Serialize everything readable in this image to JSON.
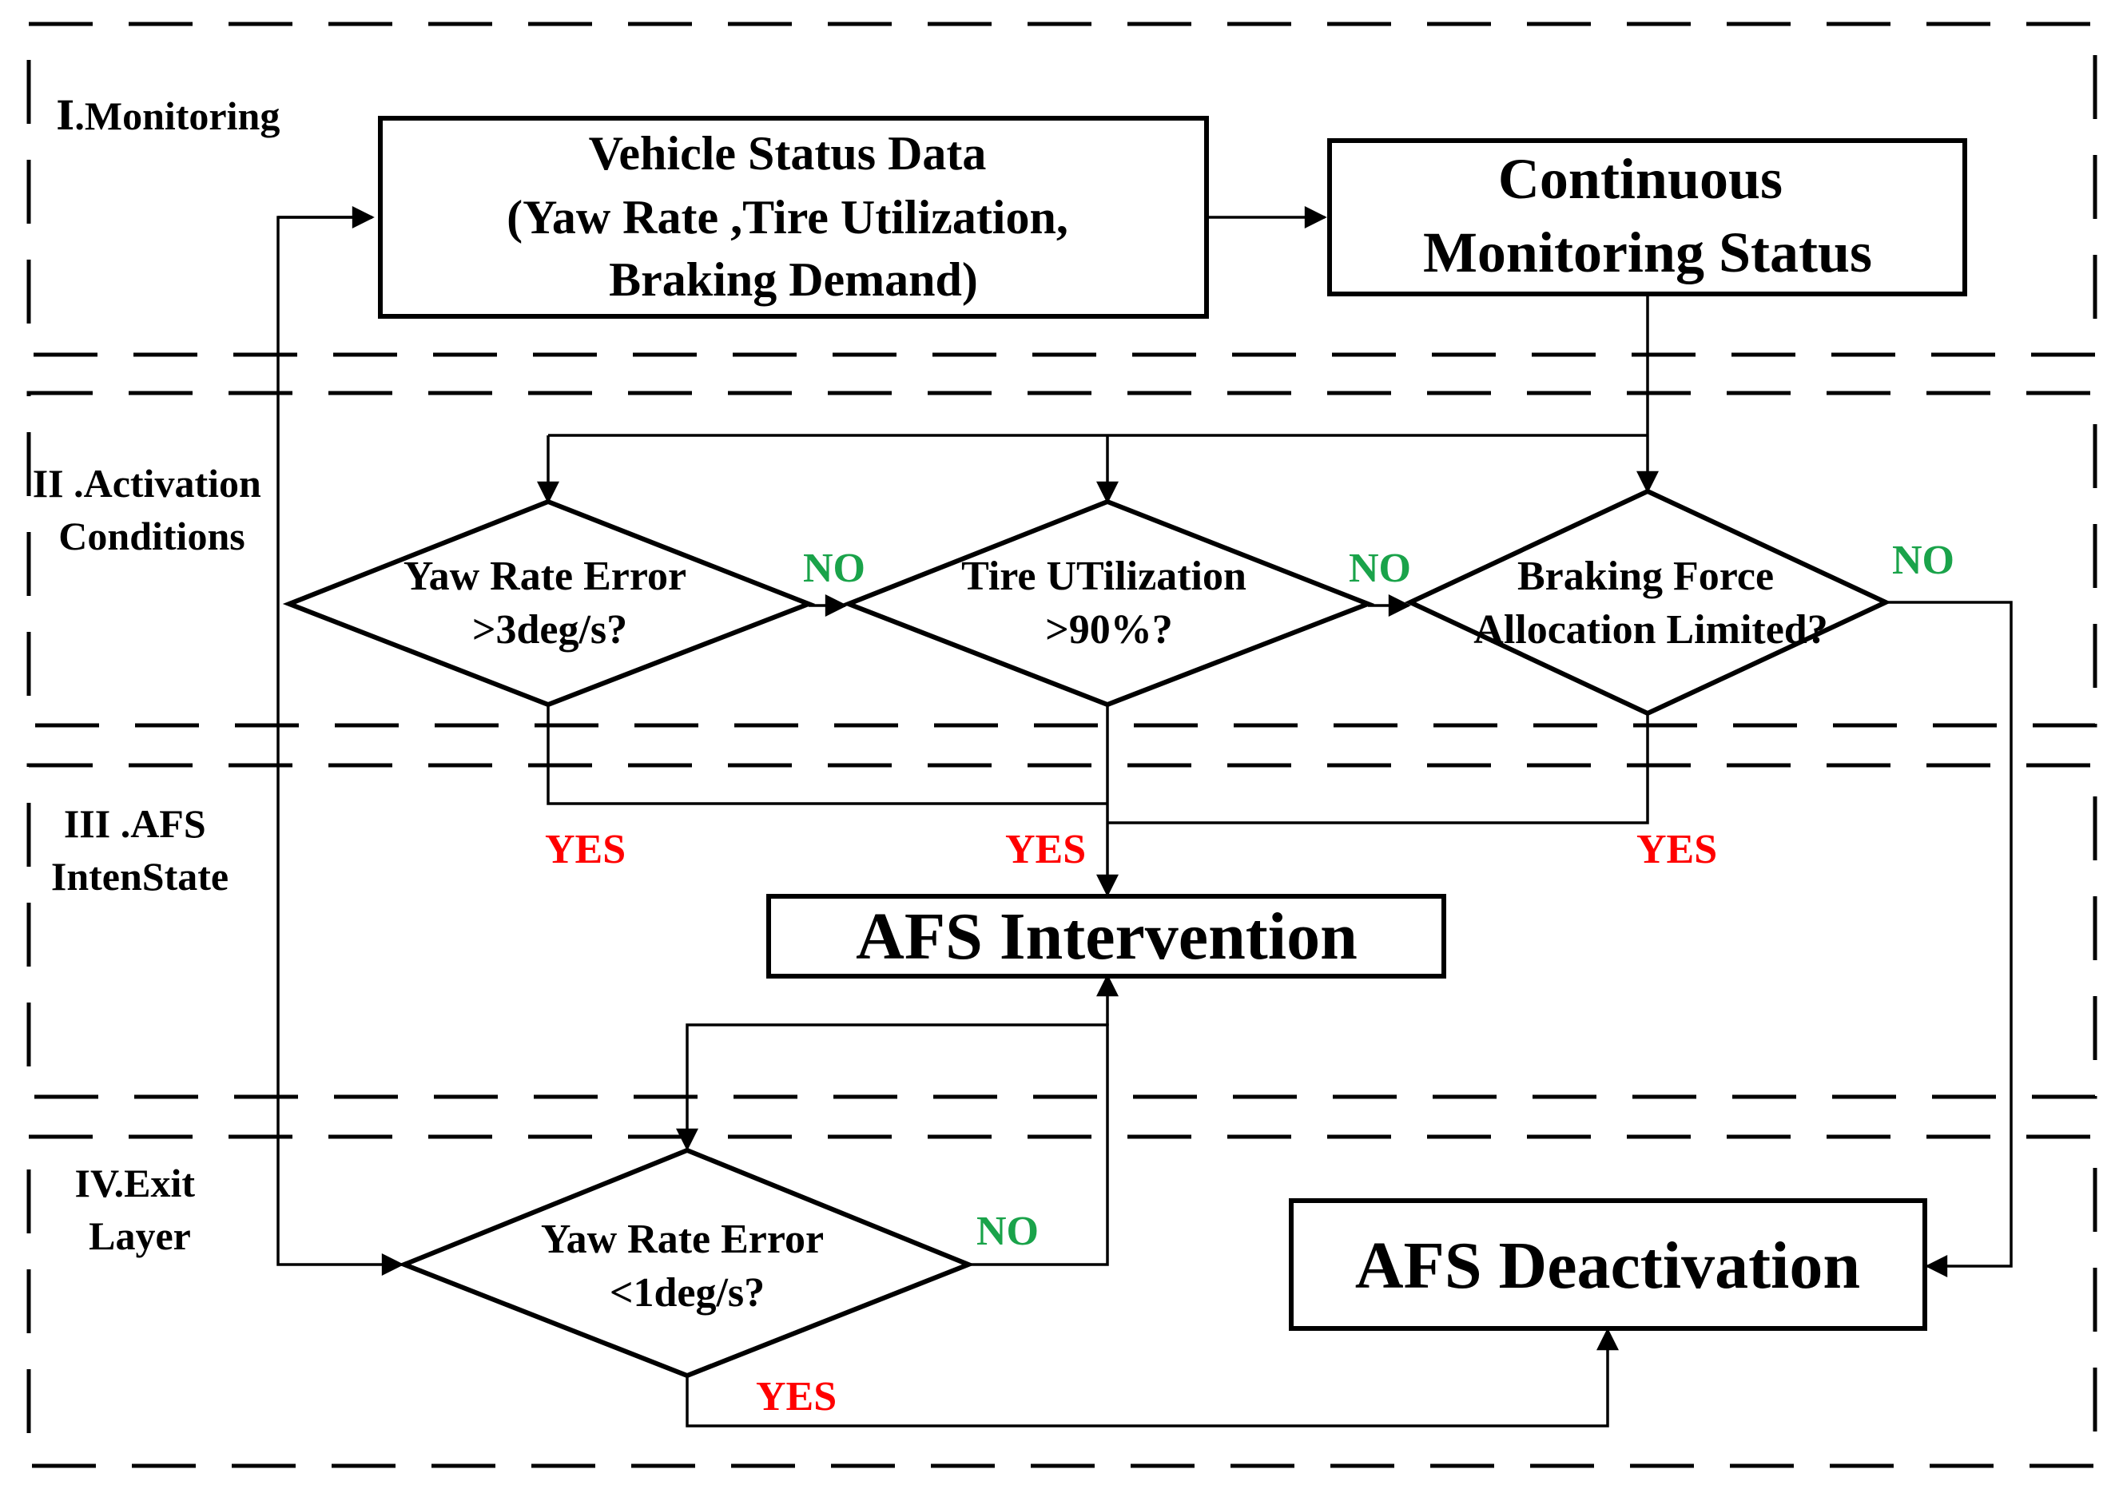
{
  "layers": [
    {
      "title_lines": [
        "Ⅰ.Monitoring"
      ]
    },
    {
      "title_lines": [
        "II .Activation",
        "Conditions"
      ]
    },
    {
      "title_lines": [
        "III .AFS",
        "IntenState"
      ]
    },
    {
      "title_lines": [
        "IV.Exit",
        "Layer"
      ]
    }
  ],
  "boxes": {
    "vehicle_status": {
      "lines": [
        "Vehicle Status Data",
        "(Yaw Rate ,Tire Utilization,",
        "Braking Demand)"
      ]
    },
    "continuous_monitoring": {
      "lines": [
        "Continuous",
        "Monitoring Status"
      ]
    },
    "afs_intervention": {
      "lines": [
        "AFS Intervention"
      ]
    },
    "afs_deactivation": {
      "lines": [
        "AFS Deactivation"
      ]
    }
  },
  "decisions": {
    "yaw_rate_error_high": {
      "lines": [
        "Yaw Rate Error",
        ">3deg/s?"
      ]
    },
    "tire_utilization": {
      "lines": [
        "Tire UTilization",
        ">90%?"
      ]
    },
    "braking_force": {
      "lines": [
        "Braking Force",
        "Allocation Limited?"
      ]
    },
    "yaw_rate_error_low": {
      "lines": [
        "Yaw Rate Error",
        "<1deg/s?"
      ]
    }
  },
  "edge_labels": {
    "no": "NO",
    "yes": "YES"
  },
  "colors": {
    "no": "#1aa34a",
    "yes": "#ff0000",
    "line": "#000000"
  }
}
